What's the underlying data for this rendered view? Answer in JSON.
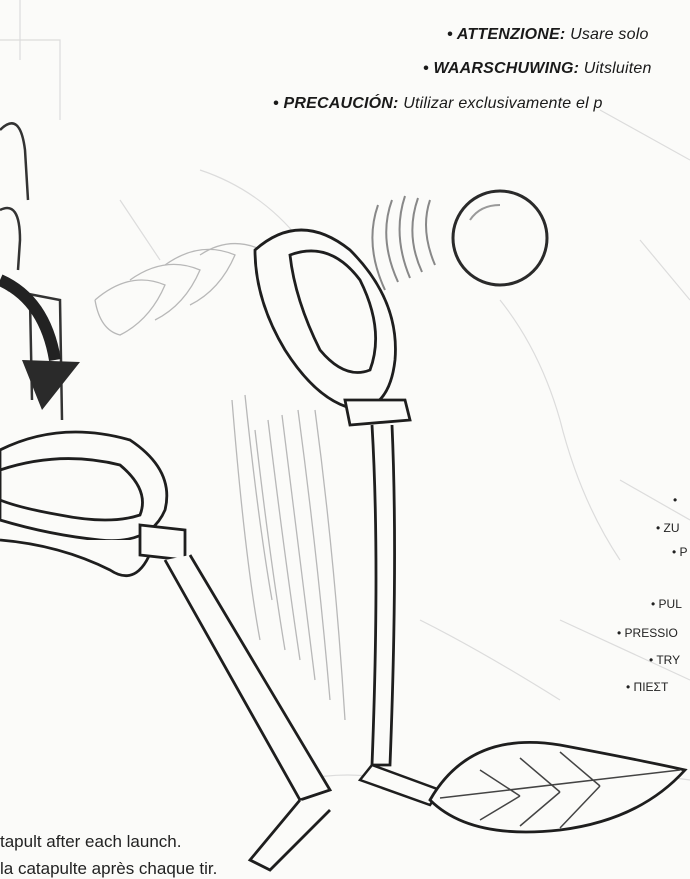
{
  "warnings": [
    {
      "keyword": "• ATTENZIONE:",
      "text": " Usare solo"
    },
    {
      "keyword": "• WAARSCHUWING:",
      "text": " Uitsluiten"
    },
    {
      "keyword": "• PRECAUCIÓN:",
      "text": " Utilizar exclusivamente el p"
    }
  ],
  "side_labels": [
    "•",
    "• ZU",
    "• P",
    "• PUL",
    "• PRESSIO",
    "• TRY",
    "• ΠΙΕΣΤ"
  ],
  "bottom_lines": [
    "tapult after each launch.",
    "la catapulte après chaque tir."
  ],
  "icons": [
    "rotation-arrow-icon",
    "ball-icon",
    "catapult-arm-icon",
    "leaf-icon"
  ]
}
